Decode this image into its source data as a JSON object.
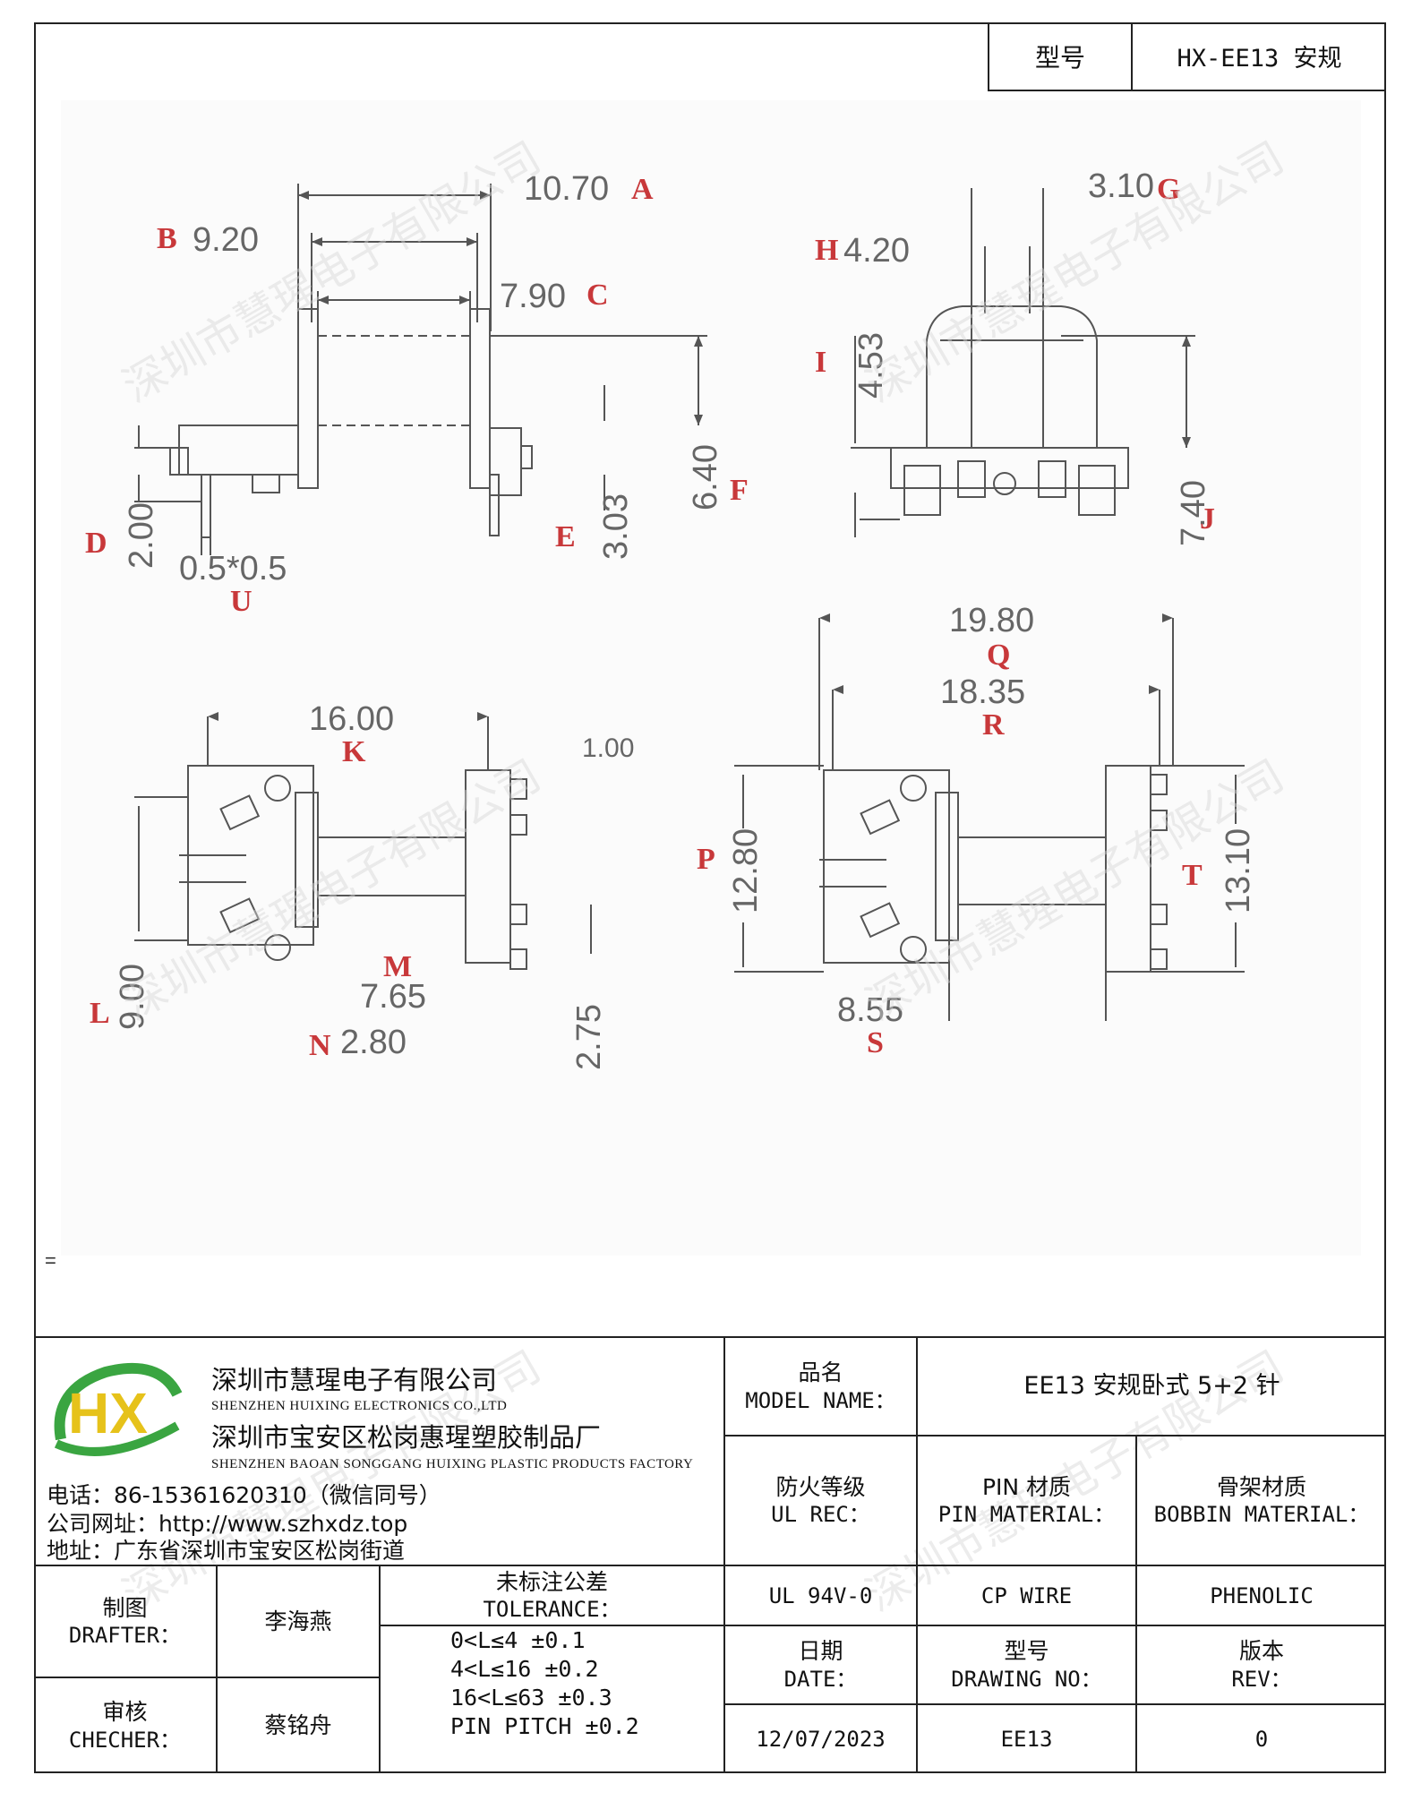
{
  "header": {
    "model_label": "型号",
    "model_value": "HX-EE13 安规"
  },
  "drawing": {
    "top_left_view": {
      "dims": [
        "10.70",
        "9.20",
        "7.90",
        "6.40",
        "3.03",
        "2.00",
        "0.5*0.5"
      ],
      "letters": [
        "A",
        "B",
        "C",
        "F",
        "E",
        "D",
        "U"
      ]
    },
    "top_right_view": {
      "dims": [
        "3.10",
        "4.20",
        "4.53",
        "7.40"
      ],
      "letters": [
        "G",
        "H",
        "I",
        "J"
      ]
    },
    "bottom_left_view": {
      "dims": [
        "16.00",
        "1.00",
        "9.00",
        "7.65",
        "2.80",
        "2.75"
      ],
      "letters": [
        "K",
        "L",
        "M",
        "N"
      ]
    },
    "bottom_right_view": {
      "dims": [
        "19.80",
        "18.35",
        "12.80",
        "13.10",
        "8.55"
      ],
      "letters": [
        "Q",
        "R",
        "P",
        "T",
        "S"
      ]
    },
    "watermark": "深圳市慧瑆电子有限公司",
    "margin_mark": "="
  },
  "title_block": {
    "company_cn": "深圳市慧瑆电子有限公司",
    "company_en": "SHENZHEN HUIXING ELECTRONICS CO.,LTD",
    "factory_cn": "深圳市宝安区松岗惠瑆塑胶制品厂",
    "factory_en": "SHENZHEN BAOAN SONGGANG HUIXING PLASTIC PRODUCTS FACTORY",
    "phone": "电话：86-15361620310（微信同号）",
    "website": "公司网址：http://www.szhxdz.top",
    "address": "地址：广东省深圳市宝安区松岗街道",
    "model_name_cn": "品名",
    "model_name_en": "MODEL NAME：",
    "model_name_value": "EE13 安规卧式 5+2 针",
    "fire_cn": "防火等级",
    "fire_en": "UL REC：",
    "pin_cn": "PIN 材质",
    "pin_en": "PIN MATERIAL：",
    "bobbin_cn": "骨架材质",
    "bobbin_en": "BOBBIN MATERIAL：",
    "fire_value": "UL 94V-0",
    "pin_value": "CP WIRE",
    "bobbin_value": "PHENOLIC",
    "drafter_cn": "制图",
    "drafter_en": "DRAFTER：",
    "drafter_name": "李海燕",
    "checker_cn": "审核",
    "checker_en": "CHECHER：",
    "checker_name": "蔡铭舟",
    "tolerance_cn": "未标注公差",
    "tolerance_en": "TOLERANCE：",
    "tolerance_lines": [
      "0<L≤4  ±0.1",
      "4<L≤16 ±0.2",
      "16<L≤63 ±0.3",
      "PIN PITCH ±0.2"
    ],
    "date_cn": "日期",
    "date_en": "DATE：",
    "date_value": "12/07/2023",
    "drawing_no_cn": "型号",
    "drawing_no_en": "DRAWING NO：",
    "drawing_no_value": "EE13",
    "rev_cn": "版本",
    "rev_en": "REV：",
    "rev_value": "0",
    "logo_letters": "HX"
  },
  "colors": {
    "label_red": "#c8383a",
    "logo_green": "#3aa541",
    "logo_yellow": "#e6c21a",
    "logo_blue": "#2f5fb3"
  }
}
